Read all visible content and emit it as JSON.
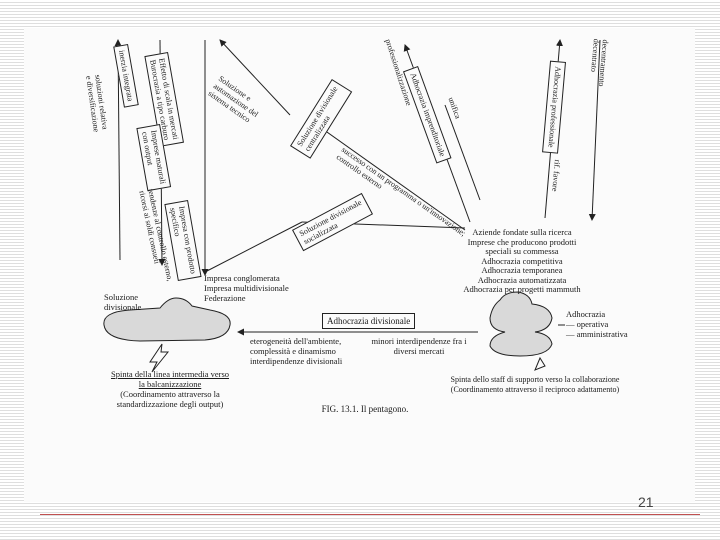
{
  "page_number": "21",
  "caption": "FIG. 13.1. Il pentagono.",
  "left_shape_label": [
    "Soluzione",
    "divisionale"
  ],
  "right_shape_label": {
    "title": "Adhocrazia",
    "items": [
      "— operativa",
      "— amministrativa"
    ]
  },
  "center_box": "Adhocrazia divisionale",
  "bottom_left_forces": [
    "eterogeneità dell'ambiente,",
    "complessità e dinamismo",
    "interdipendenze divisionali"
  ],
  "bottom_right_forces": [
    "minori interdipendenze fra i",
    "diversi mercati"
  ],
  "left_bottom_caption": [
    "Spinta della linea intermedia verso",
    "la balcanizzazione",
    "(Coordinamento attraverso la",
    "standardizzazione degli output)"
  ],
  "right_bottom_caption": "Spinta dello staff di supporto verso la collaborazione (Coordinamento attraverso il reciproco adattamento)",
  "division_list": [
    "Impresa conglomerata",
    "Impresa multidivisionale",
    "Federazione"
  ],
  "adhocracy_list": [
    "Aziende fondate sulla ricerca",
    "Imprese che producono prodotti",
    "speciali su commessa",
    "Adhocrazia competitiva",
    "Adhocrazia temporanea",
    "Adhocrazia automatizzata",
    "Adhocrazia per progetti mammuth"
  ],
  "top_mid_text": [
    "Soluzione e",
    "automazione del",
    "sistema tecnico"
  ],
  "sol_div_centralizzata": [
    "Soluzione divisionale",
    "centralizzata"
  ],
  "sol_div_socializzata": [
    "Soluzione divisionale",
    "socializzata"
  ],
  "mid_diag_text": [
    "successo con un programma o un'innovazione;",
    "controllo esterno"
  ],
  "left_vert_col1": [
    "tendenze al controllo esterno,",
    "ricorsi ai soldi consueti"
  ],
  "left_vert_col2": [
    "Imprese maturali",
    "con output"
  ],
  "left_vert_col3": [
    "Impresa con prodotto",
    "specifico"
  ],
  "left_vert_col4": [
    "Effetto di scala in mercati",
    "Burocrazia a tipo carburo"
  ],
  "left_vert_col5": [
    "inerzia integrata"
  ],
  "left_vert_col6": [
    "soluzioni relativa",
    "e diversificazione"
  ],
  "right_vert_col1": [
    "Adhocrazia imprenditoriale"
  ],
  "right_vert_col2": [
    "unifica"
  ],
  "right_vert_col3": [
    "Adhocrazia professionale"
  ],
  "right_vert_col4": [
    "rif. favore"
  ],
  "right_vert_col5": [
    "decentramento",
    "decentrato"
  ],
  "right_vert_col6": [
    "professionalizzazione"
  ]
}
